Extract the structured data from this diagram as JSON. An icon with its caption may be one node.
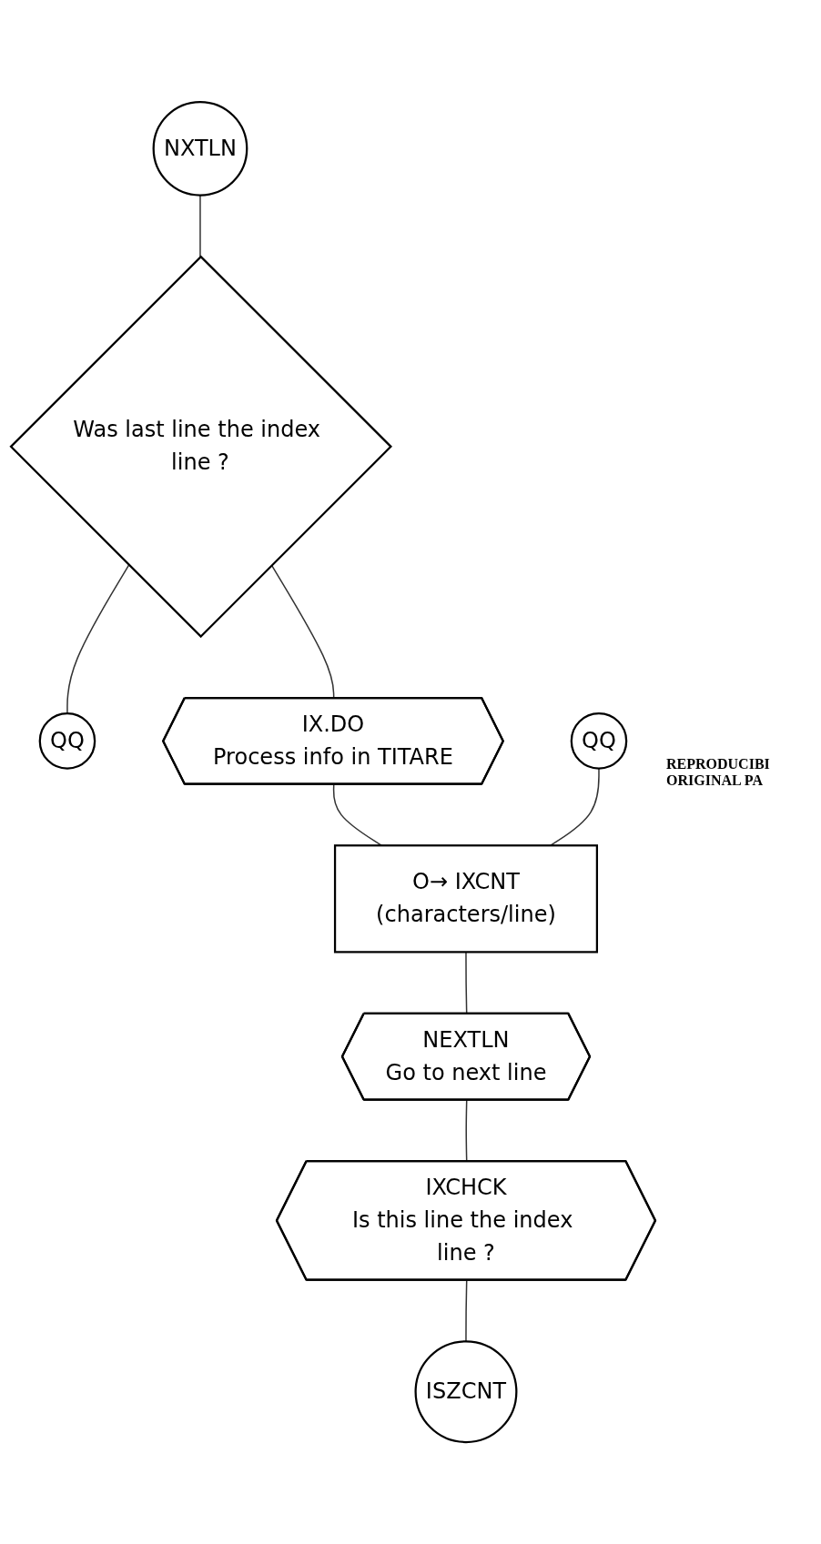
{
  "diagram": {
    "nodes": [
      {
        "text": [
          "NXTLN"
        ]
      },
      {
        "text": [
          "Was last line the index line ?"
        ]
      },
      {
        "text": [
          "QQ"
        ]
      },
      {
        "text": [
          "IX.DO",
          "Process info in TITARE"
        ]
      },
      {
        "text": [
          "QQ"
        ]
      },
      {
        "text": [
          "O→ IXCNT",
          "(characters/line)"
        ]
      },
      {
        "text": [
          "NEXTLN",
          "Go to next line"
        ]
      },
      {
        "text": [
          "IXCHCK",
          "Is this line the index line ?"
        ]
      },
      {
        "text": [
          "ISZCNT"
        ]
      }
    ],
    "edges": [
      {
        "from": 0,
        "to": 1,
        "arrow": "none"
      },
      {
        "from": 1,
        "to": 2,
        "arrow": "none"
      },
      {
        "from": 1,
        "to": 3,
        "arrow": "none"
      },
      {
        "from": 3,
        "to": 5,
        "arrow": "none"
      },
      {
        "from": 4,
        "to": 5,
        "arrow": "none"
      },
      {
        "from": 5,
        "to": 6,
        "arrow": "none"
      },
      {
        "from": 6,
        "to": 7,
        "arrow": "none"
      },
      {
        "from": 7,
        "to": 8,
        "arrow": "none"
      }
    ],
    "labels": [
      "REPRODUCIBI",
      "ORIGINAL PA"
    ]
  }
}
